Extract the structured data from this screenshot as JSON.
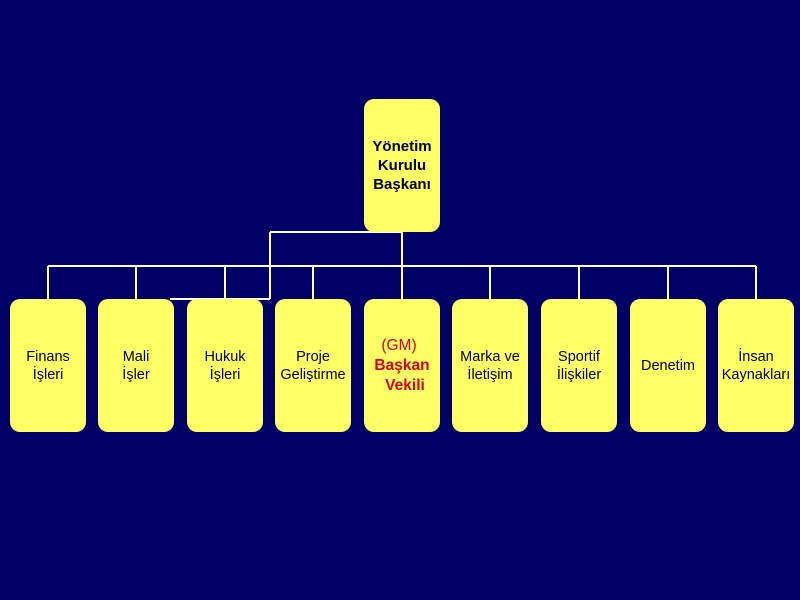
{
  "org_chart": {
    "root": {
      "label": "Yönetim\nKurulu\nBaşkanı"
    },
    "units": [
      {
        "label": "Finans\nİşleri"
      },
      {
        "label": "Mali\nİşler"
      },
      {
        "label": "Hukuk\nİşleri"
      },
      {
        "label": "Proje\nGeliştirme"
      },
      {
        "label": "(GM)\nBaşkan\nVekili",
        "highlight": true,
        "lines": [
          "(GM)",
          "Başkan",
          "Vekili"
        ]
      },
      {
        "label": "Marka ve\nİletişim"
      },
      {
        "label": "Sportif\nİlişkiler"
      },
      {
        "label": "Denetim"
      },
      {
        "label": "İnsan\nKaynakları"
      }
    ]
  },
  "colors": {
    "background": "#000066",
    "box_fill": "#ffff66",
    "connector": "#ffffff",
    "highlight_text": "#dd0000"
  }
}
